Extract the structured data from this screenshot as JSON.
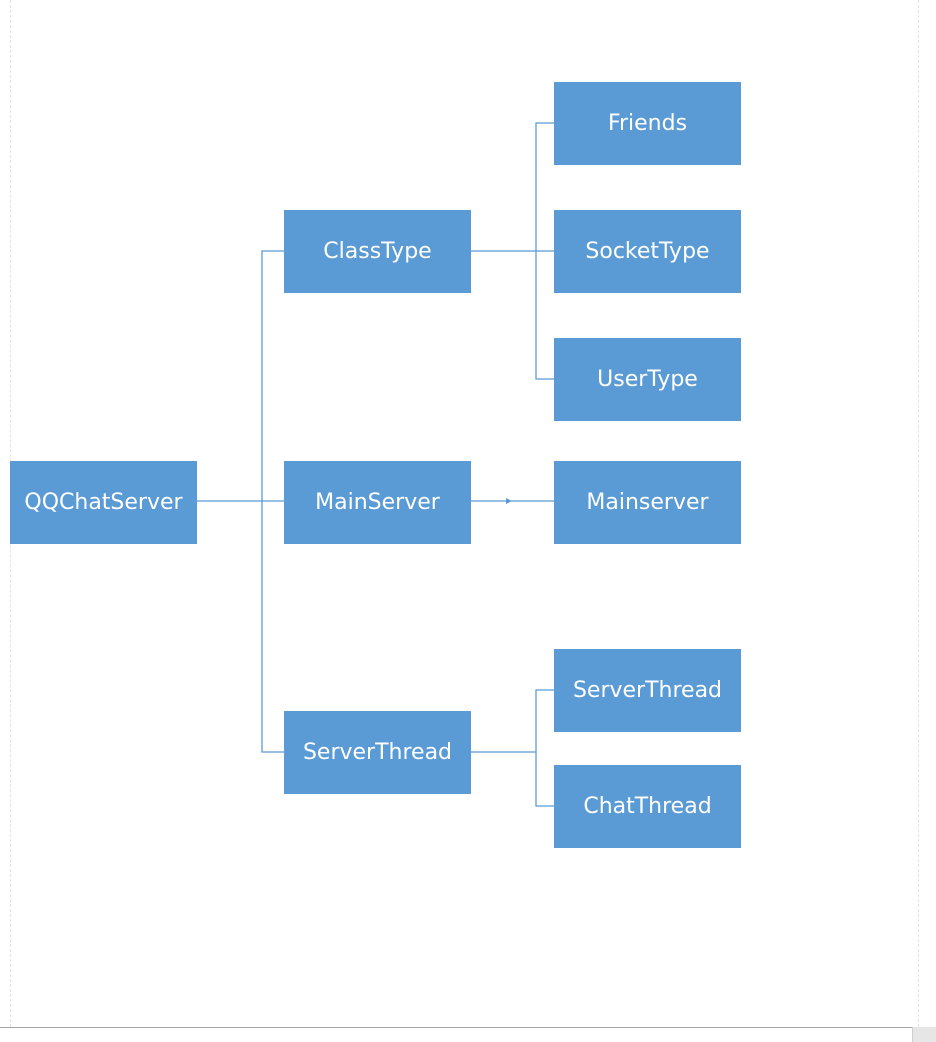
{
  "diagram": {
    "colors": {
      "node_fill": "#5b9bd5",
      "node_text": "#ffffff",
      "connector": "#5b9bd5"
    },
    "nodes": {
      "root": "QQChatServer",
      "classtype": "ClassType",
      "mainserver": "MainServer",
      "serverthread": "ServerThread",
      "friends": "Friends",
      "sockettype": "SocketType",
      "usertype": "UserType",
      "mainserver_child": "Mainserver",
      "serverthread_child": "ServerThread",
      "chatthread": "ChatThread"
    },
    "edges": [
      {
        "from": "QQChatServer",
        "to": "ClassType"
      },
      {
        "from": "QQChatServer",
        "to": "MainServer"
      },
      {
        "from": "QQChatServer",
        "to": "ServerThread"
      },
      {
        "from": "ClassType",
        "to": "Friends"
      },
      {
        "from": "ClassType",
        "to": "SocketType"
      },
      {
        "from": "ClassType",
        "to": "UserType"
      },
      {
        "from": "MainServer",
        "to": "Mainserver"
      },
      {
        "from": "ServerThread",
        "to": "ServerThread"
      },
      {
        "from": "ServerThread",
        "to": "ChatThread"
      }
    ]
  }
}
